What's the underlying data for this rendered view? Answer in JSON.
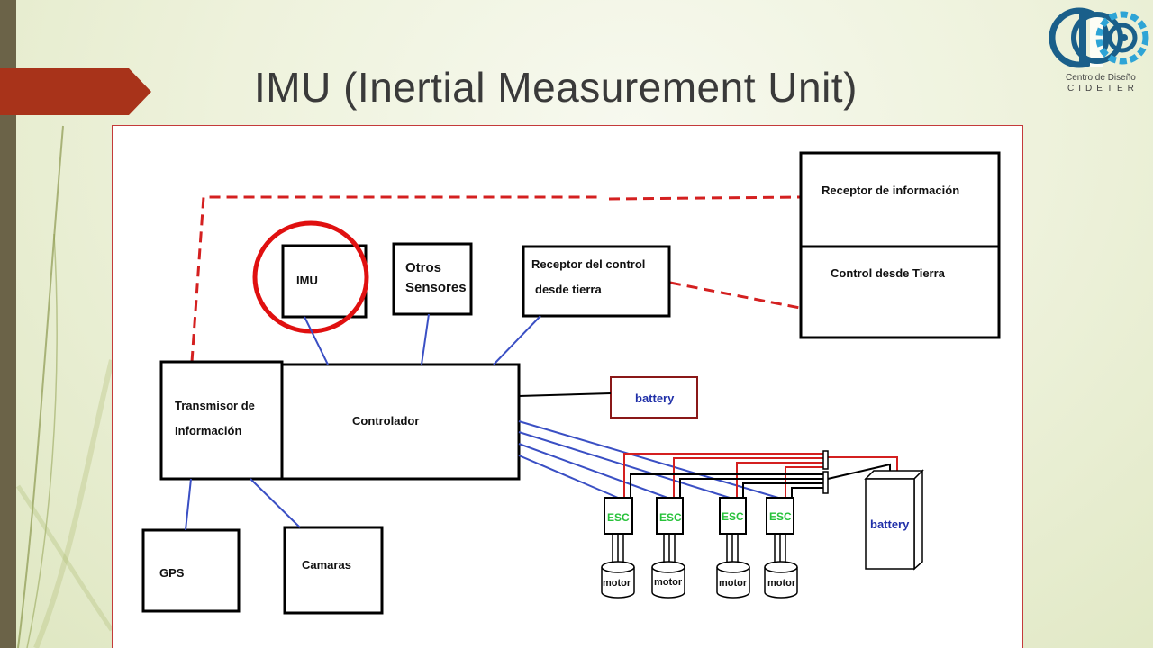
{
  "title": "IMU (Inertial Measurement Unit)",
  "logo": {
    "letters": "CDO",
    "line1": "Centro de Diseño",
    "line2": "CIDETER"
  },
  "diagram": {
    "receptor_info": "Receptor de información",
    "control_tierra": "Control desde Tierra",
    "imu": "IMU",
    "otros_line1": "Otros",
    "otros_line2": "Sensores",
    "receptor_ctrl_line1": "Receptor del control",
    "receptor_ctrl_line2": "desde tierra",
    "transmisor_line1": "Transmisor de",
    "transmisor_line2": "Información",
    "controlador": "Controlador",
    "battery_top": "battery",
    "battery_right": "battery",
    "gps": "GPS",
    "camaras": "Camaras",
    "esc": [
      "ESC",
      "ESC",
      "ESC",
      "ESC"
    ],
    "motor": [
      "motor",
      "motor",
      "motor",
      "motor"
    ]
  },
  "colors": {
    "accent_tab": "#a8331a",
    "highlight_circle": "#e01010",
    "wire_blue": "#3a4fc4",
    "wire_red": "#d42020",
    "esc_green": "#27c23a"
  }
}
